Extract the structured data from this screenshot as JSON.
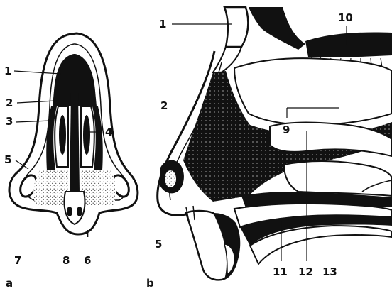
{
  "panel_a": {
    "panel_label": "a",
    "labels": [
      "1",
      "2",
      "3",
      "4",
      "5",
      "7",
      "8",
      "6"
    ],
    "stray_mark": "i"
  },
  "panel_b": {
    "panel_label": "b",
    "labels": [
      "1",
      "10",
      "2",
      "9",
      "5",
      "11",
      "12",
      "13"
    ]
  },
  "colors": {
    "ink": "#111111",
    "paper": "#ffffff",
    "stipple": "#555555"
  }
}
